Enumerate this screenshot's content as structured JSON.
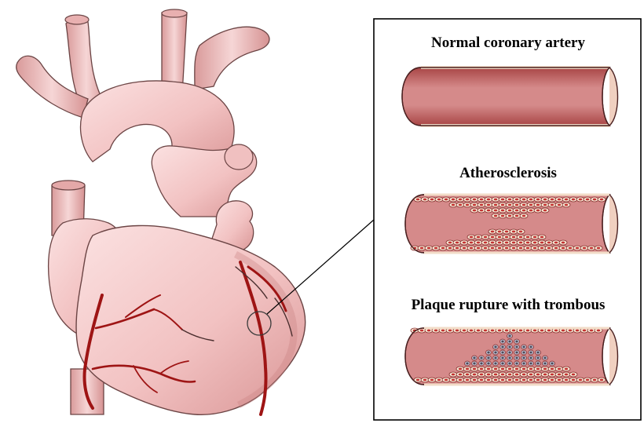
{
  "panels": [
    {
      "label": "Normal coronary artery"
    },
    {
      "label": "Atherosclerosis"
    },
    {
      "label": "Plaque rupture with trombous"
    }
  ],
  "colors": {
    "heart_fill": "#f2c6c6",
    "heart_shade": "#d89898",
    "heart_outline": "#5a3a3a",
    "coronary_artery": "#a31616",
    "artery_wall": "#e8b5b5",
    "artery_lumen": "#c46a6a",
    "plaque_cell": "#f6e9d5",
    "plaque_nucleus": "#c33232",
    "thrombus_cell": "#b8b8c8",
    "frame": "#000000"
  },
  "icons": {
    "heart": "heart-illustration",
    "magnifier": "magnifier-circle"
  }
}
